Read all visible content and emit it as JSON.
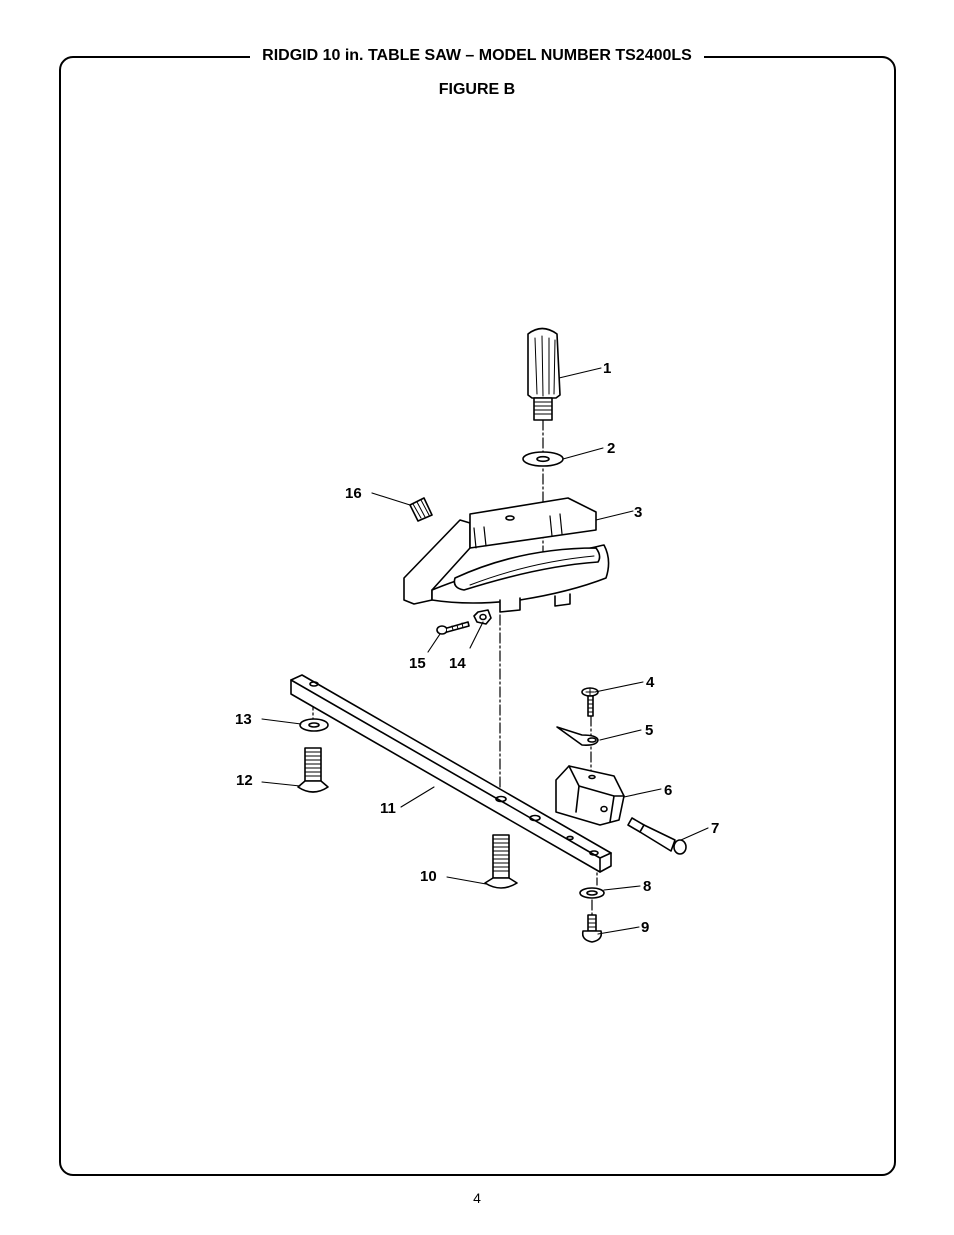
{
  "header": {
    "title": "RIDGID 10 in. TABLE SAW – MODEL NUMBER TS2400LS"
  },
  "figure": {
    "title": "FIGURE B"
  },
  "callouts": [
    "1",
    "2",
    "3",
    "4",
    "5",
    "6",
    "7",
    "8",
    "9",
    "10",
    "11",
    "12",
    "13",
    "14",
    "15",
    "16"
  ],
  "footer": {
    "page_number": "4"
  }
}
